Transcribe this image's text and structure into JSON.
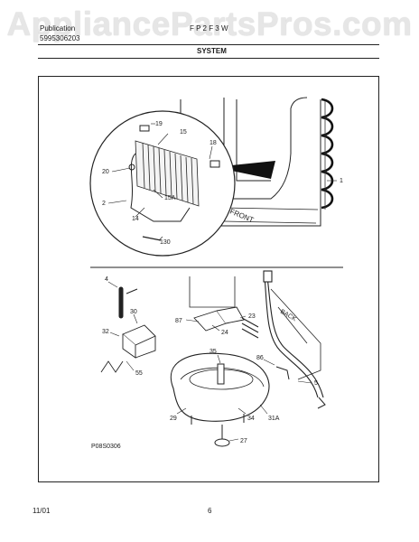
{
  "watermark": "AppliancePartsPros.com",
  "header": {
    "left_line1": "Publication",
    "left_line2": "5995306203",
    "center_line1": "F P 2 F 3 W",
    "section_title": "SYSTEM"
  },
  "diagram": {
    "callouts": {
      "c19": "19",
      "c15": "15",
      "c18": "18",
      "c20": "20",
      "c2": "2",
      "c15a": "15A",
      "c14": "14",
      "c130": "130",
      "c1": "1",
      "c4": "4",
      "c30": "30",
      "c87": "87",
      "c23": "23",
      "c24": "24",
      "c32": "32",
      "c35": "35",
      "c86": "86",
      "c55": "55",
      "c5": "5",
      "c29": "29",
      "c34": "34",
      "c31a": "31A",
      "c27": "27"
    },
    "labels": {
      "front": "FRONT",
      "back": "BACK"
    },
    "figure_code": "P08S0306"
  },
  "footer": {
    "date": "11/01",
    "page": "6"
  }
}
